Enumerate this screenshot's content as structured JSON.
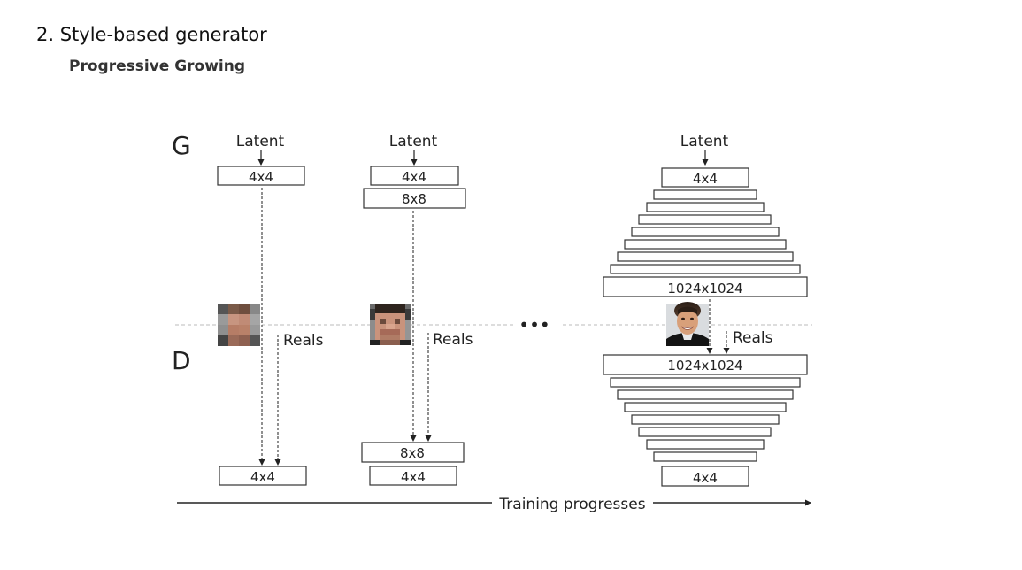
{
  "page": {
    "heading": "2. Style-based generator",
    "subheading": "Progressive Growing"
  },
  "diagram": {
    "generator_label": "G",
    "discriminator_label": "D",
    "latent_label": "Latent",
    "reals_label": "Reals",
    "ellipsis": "•••",
    "axis_label": "Training progresses",
    "stages": [
      {
        "generator_blocks": [
          "4x4"
        ],
        "discriminator_blocks": [
          "4x4"
        ],
        "image": "low-res-face-4x4"
      },
      {
        "generator_blocks": [
          "4x4",
          "8x8"
        ],
        "discriminator_blocks": [
          "8x8",
          "4x4"
        ],
        "image": "low-res-face-8x8"
      },
      {
        "generator_blocks": [
          "4x4",
          "",
          "",
          "",
          "",
          "",
          "",
          "",
          "1024x1024"
        ],
        "discriminator_blocks": [
          "1024x1024",
          "",
          "",
          "",
          "",
          "",
          "",
          "",
          "4x4"
        ],
        "image": "high-res-face-1024"
      }
    ],
    "colors": {
      "line": "#222222",
      "dashed_separator": "#bbbbbb"
    }
  }
}
